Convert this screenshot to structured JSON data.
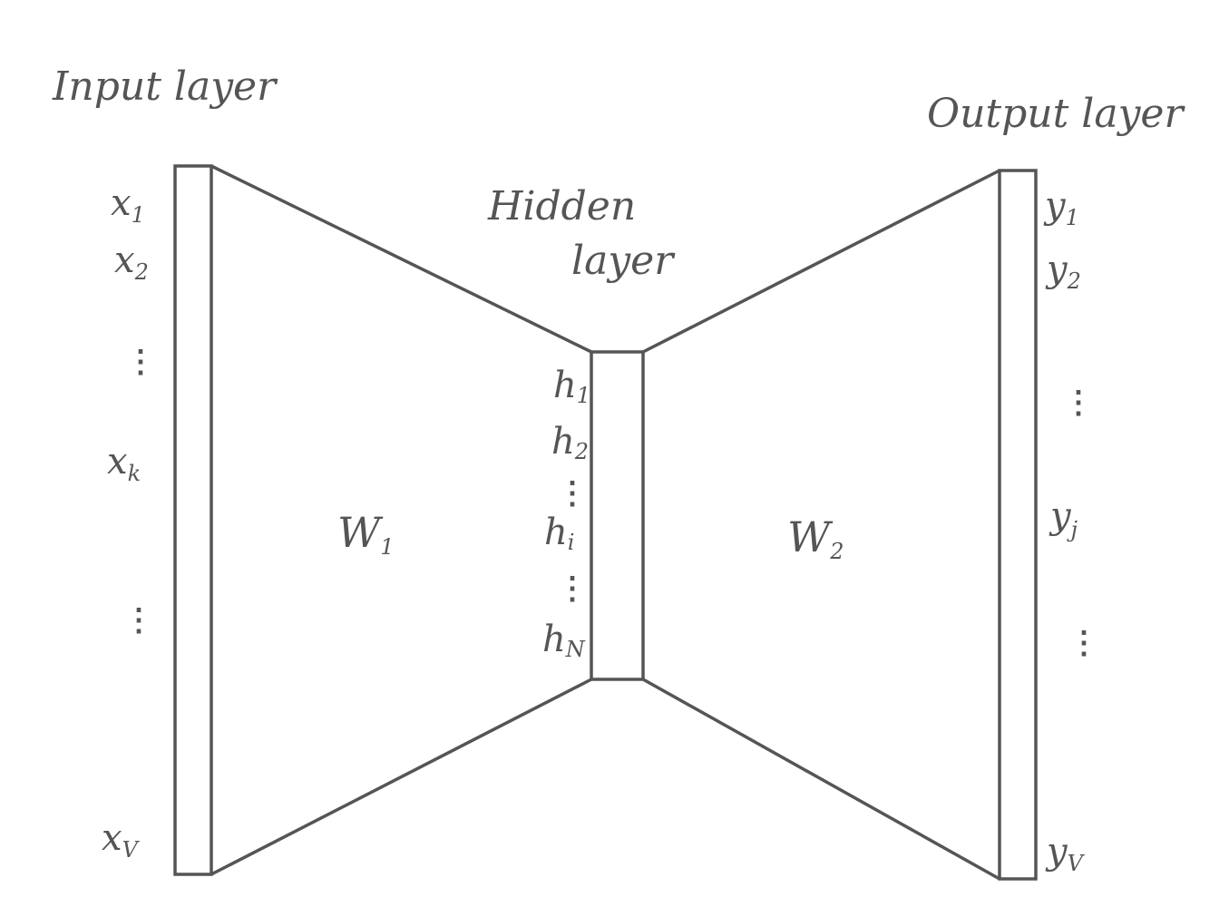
{
  "titles": {
    "input": "Input layer",
    "hidden_line1": "Hidden",
    "hidden_line2": "layer",
    "output": "Output layer"
  },
  "input_labels": {
    "x1": {
      "base": "x",
      "sub": "1"
    },
    "x2": {
      "base": "x",
      "sub": "2"
    },
    "dots1": "⋮",
    "xk": {
      "base": "x",
      "sub": "k"
    },
    "dots2": "⋮",
    "xv": {
      "base": "x",
      "sub": "V"
    }
  },
  "hidden_labels": {
    "h1": {
      "base": "h",
      "sub": "1"
    },
    "h2": {
      "base": "h",
      "sub": "2"
    },
    "dots1": "⋮",
    "hi": {
      "base": "h",
      "sub": "i"
    },
    "dots2": "⋮",
    "hn": {
      "base": "h",
      "sub": "N"
    }
  },
  "output_labels": {
    "y1": {
      "base": "y",
      "sub": "1"
    },
    "y2": {
      "base": "y",
      "sub": "2"
    },
    "dots1": "⋮",
    "yj": {
      "base": "y",
      "sub": "j"
    },
    "dots2": "⋮",
    "yv": {
      "base": "y",
      "sub": "V"
    }
  },
  "weights": {
    "w1": {
      "base": "W",
      "sub": "1"
    },
    "w2": {
      "base": "W",
      "sub": "2"
    }
  },
  "colors": {
    "stroke": "#555555",
    "background": "#ffffff"
  }
}
